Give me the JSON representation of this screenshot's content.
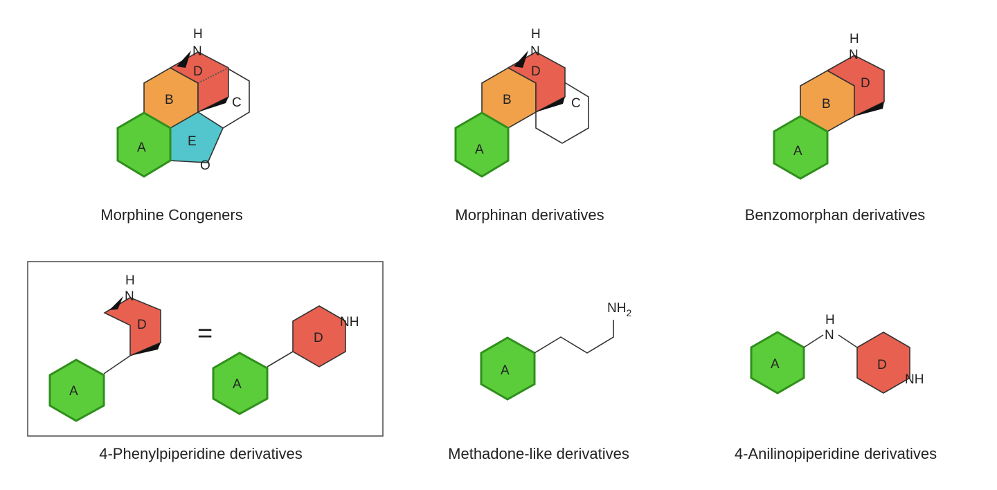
{
  "colors": {
    "ring_A": "#5ccd3a",
    "ring_A_edge": "#2f8f1c",
    "ring_B": "#f0a14a",
    "ring_D": "#e8604f",
    "ring_E": "#52c6cc",
    "ring_C": "#ffffff",
    "bond": "#333333"
  },
  "rings": {
    "A": "A",
    "B": "B",
    "C": "C",
    "D": "D",
    "E": "E"
  },
  "atoms": {
    "H": "H",
    "N": "N",
    "O": "O",
    "NH": "NH",
    "NH2_base": "NH",
    "NH2_sub": "2"
  },
  "symbols": {
    "equals": "="
  },
  "captions": {
    "morphine": "Morphine Congeners",
    "morphinan": "Morphinan derivatives",
    "benzomorphan": "Benzomorphan derivatives",
    "phenylpiperidine": "4-Phenylpiperidine derivatives",
    "methadone": "Methadone-like derivatives",
    "anilinopiperidine": "4-Anilinopiperidine derivatives"
  }
}
